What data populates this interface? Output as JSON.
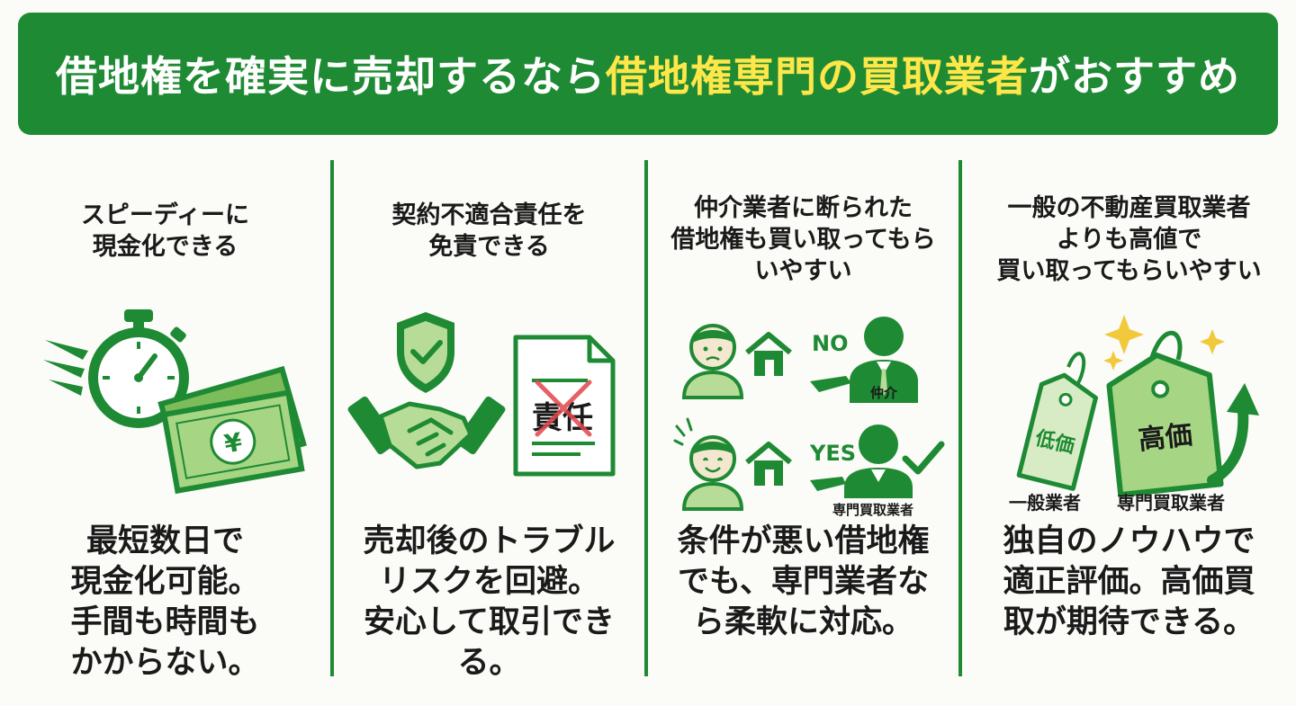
{
  "banner": {
    "title_prefix": "借地権を確実に売却するなら",
    "title_highlight": "借地権専門の買取業者",
    "title_suffix": "がおすすめ",
    "background_color": "#1f8a34",
    "highlight_color": "#ffe74a"
  },
  "columns": [
    {
      "heading": "スピーディーに\n現金化できる",
      "icon": "stopwatch-cash-icon",
      "money_symbol": "¥",
      "body": "最短数日で\n現金化可能。\n手間も時間も\nかからない。"
    },
    {
      "heading": "契約不適合責任を\n免責できる",
      "icon": "handshake-shield-document-icon",
      "doc_label": "責任",
      "body": "売却後のトラブル\nリスクを回避。\n安心して取引でき\nる。"
    },
    {
      "heading": "仲介業者に断られた\n借地権も買い取ってもら\nいやすい",
      "icon": "agent-refusal-icon",
      "no_label": "NO",
      "broker_label": "仲介",
      "yes_label": "YES",
      "buyer_label": "専門買取業者",
      "body": "条件が悪い借地権\nでも、専門業者な\nら柔軟に対応。"
    },
    {
      "heading": "一般の不動産買取業者\nよりも高値で\n買い取ってもらいやすい",
      "icon": "price-tags-icon",
      "low_price_label": "低価",
      "high_price_label": "高価",
      "general_label": "一般業者",
      "specialist_label": "専門買取業者",
      "body": "独自のノウハウで\n適正評価。高価買\n取が期待できる。"
    }
  ],
  "colors": {
    "green": "#1f8a34",
    "light_green": "#b6dc98",
    "skin": "#f3e7cf",
    "red_mark": "#e0474c",
    "sparkle": "#f1c93a"
  }
}
